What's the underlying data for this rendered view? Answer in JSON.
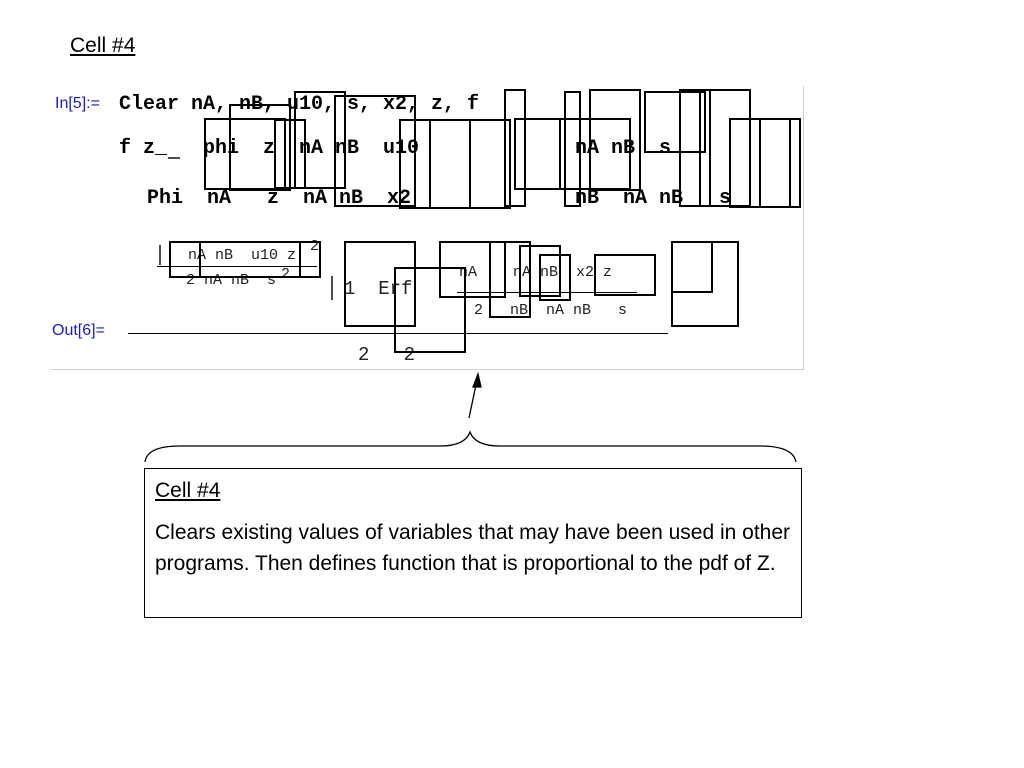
{
  "slide": {
    "title": "Cell #4"
  },
  "notebook": {
    "input_prompt": "In[5]:=",
    "output_prompt": "Out[6]=",
    "code_lines": [
      "Clear nA, nB, u10, s, x2, z, f",
      "f z_   phi  z  nA nB  u10",
      "Phi  nA   z  nA nB  x2"
    ],
    "code_right_fragments": [
      "nA nB  s",
      "nB  nA nB   s"
    ],
    "output_fragments": {
      "exp_num": "  nA nB  u10 z",
      "exp_pow": "2",
      "exp_den": "2 nA nB  s",
      "exp_den_pow": "2",
      "sym_left": "",
      "erf_text": "1  Erf",
      "erf_num": "nA    nA nB  x2 z",
      "erf_den": "2   nB  nA nB   s",
      "bottom_frac": "2   2"
    }
  },
  "annotation": {
    "heading": "Cell #4",
    "description": "Clears existing values of variables that may have been used in other programs.  Then defines function that is proportional to the pdf of Z."
  },
  "colors": {
    "prompt": "#1b1bc8",
    "frame": "#cfcfcf"
  }
}
